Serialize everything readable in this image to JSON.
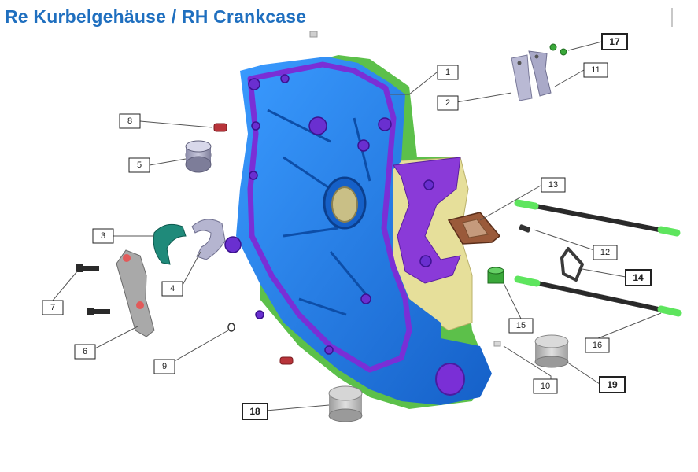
{
  "title": "Re Kurbelgehäuse / RH Crankcase",
  "callouts": [
    {
      "id": "1",
      "text": "1"
    },
    {
      "id": "2",
      "text": "2"
    },
    {
      "id": "3",
      "text": "3"
    },
    {
      "id": "4",
      "text": "4"
    },
    {
      "id": "5",
      "text": "5"
    },
    {
      "id": "6",
      "text": "6"
    },
    {
      "id": "7",
      "text": "7"
    },
    {
      "id": "8",
      "text": "8"
    },
    {
      "id": "9",
      "text": "9"
    },
    {
      "id": "10",
      "text": "10"
    },
    {
      "id": "11",
      "text": "11"
    },
    {
      "id": "12",
      "text": "12"
    },
    {
      "id": "13",
      "text": "13"
    },
    {
      "id": "14",
      "text": "14"
    },
    {
      "id": "15",
      "text": "15"
    },
    {
      "id": "16",
      "text": "16"
    },
    {
      "id": "17",
      "text": "17"
    },
    {
      "id": "18",
      "text": "18"
    },
    {
      "id": "19",
      "text": "19"
    }
  ],
  "colors": {
    "title": "#1f6fbf",
    "crankcase_main": "#1e78e6",
    "crankcase_edge": "#7a2fd6",
    "crankcase_green": "#5cc04a",
    "crankcase_yellow": "#e6df9a"
  }
}
